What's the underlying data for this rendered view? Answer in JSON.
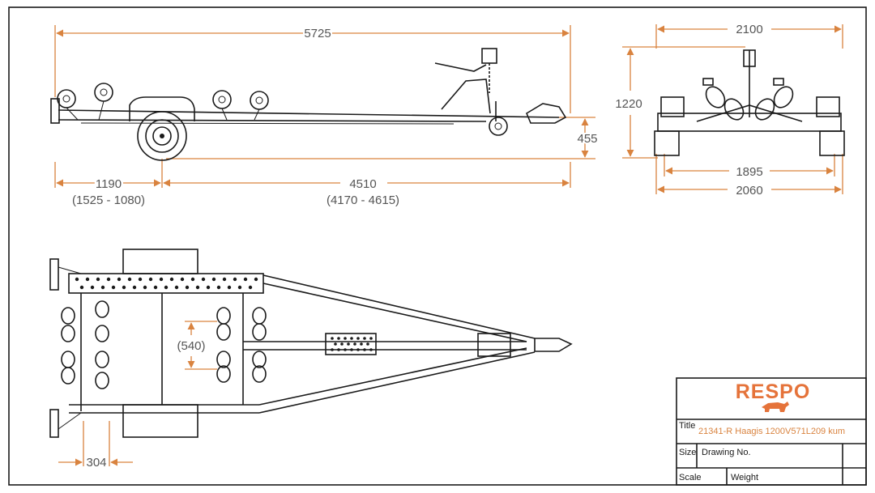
{
  "side_view": {
    "overall_length": "5725",
    "hitch_height": "455",
    "rear_to_axle": "1190",
    "rear_to_axle_range": "(1525 - 1080)",
    "axle_to_coupling": "4510",
    "axle_to_coupling_range": "(4170 - 4615)"
  },
  "rear_view": {
    "width_top": "2100",
    "height": "1220",
    "width_inner": "1895",
    "width_bottom": "2060"
  },
  "top_view": {
    "roller_spacing": "(540)",
    "rear_offset": "304"
  },
  "title_block": {
    "brand": "RESPO",
    "title_label": "Title",
    "title_value": "21341-R Haagis 1200V571L209 kum",
    "size_label": "Size",
    "drawing_no_label": "Drawing No.",
    "scale_label": "Scale",
    "weight_label": "Weight"
  },
  "colors": {
    "dimension": "#d9833f",
    "brand": "#e5733a",
    "line": "#1a1a1a"
  }
}
